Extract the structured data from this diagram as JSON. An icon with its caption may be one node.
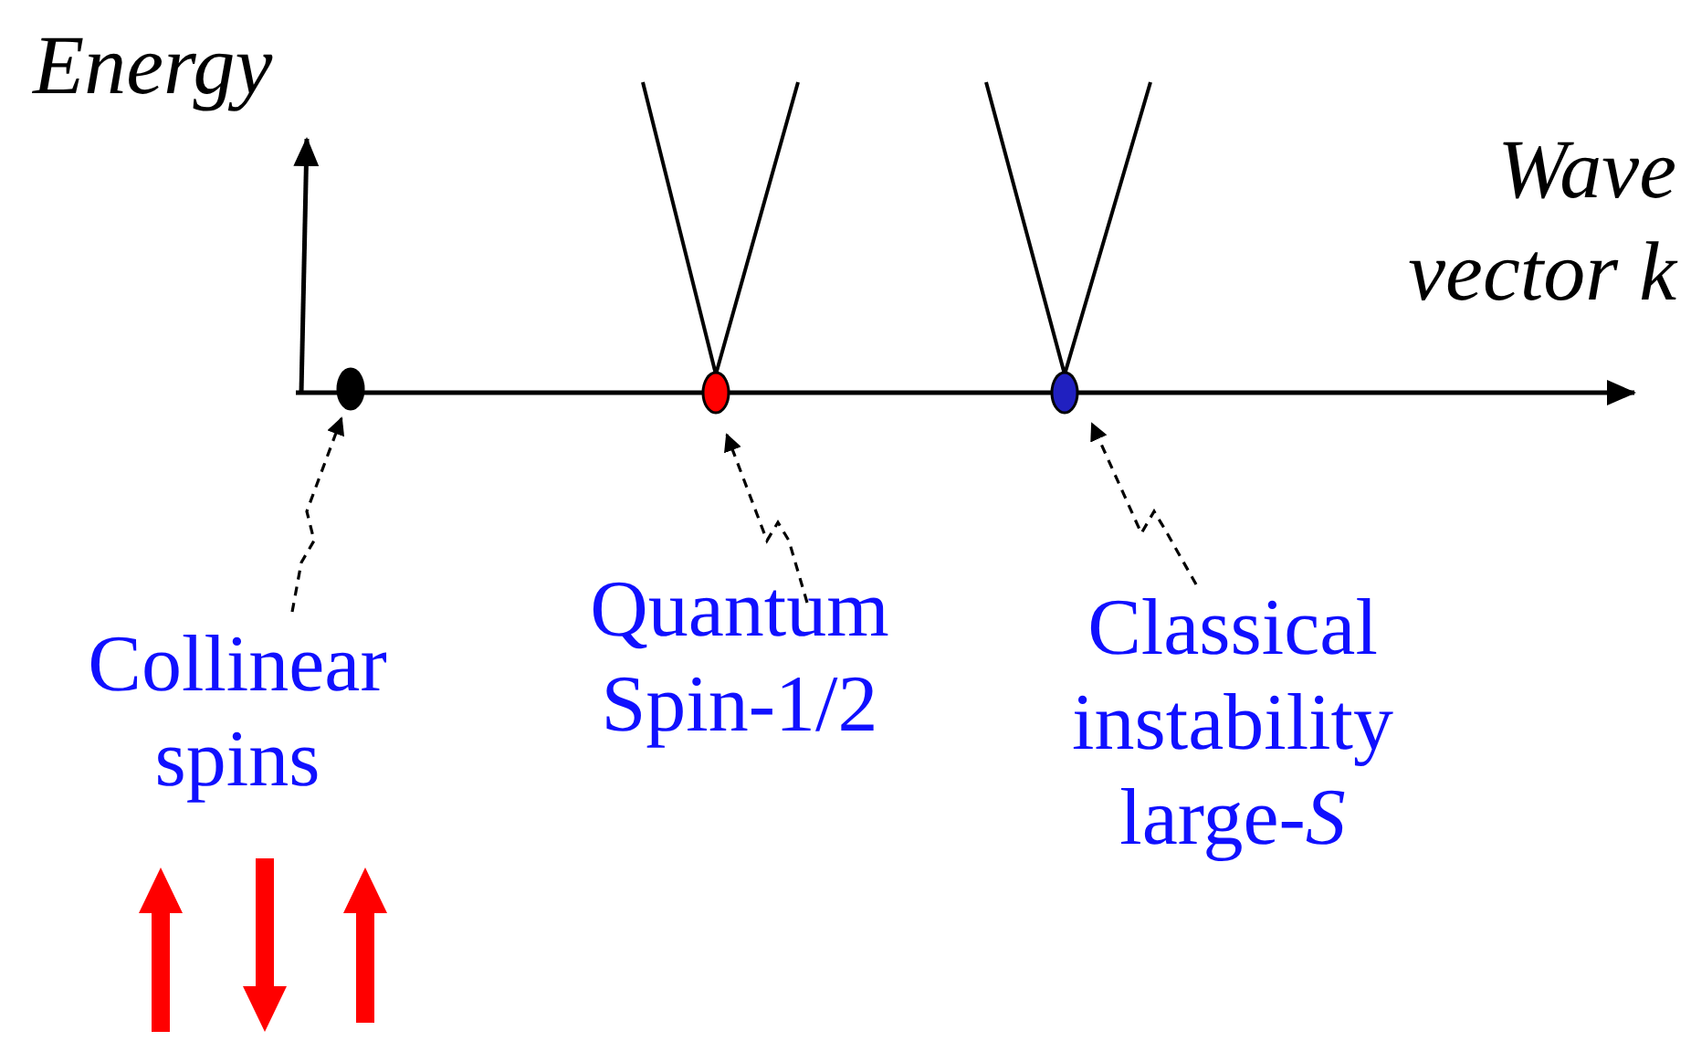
{
  "diagram": {
    "nodes": [
      {
        "text": [],
        "shape": "circle"
      },
      {
        "text": [],
        "shape": "circle"
      },
      {
        "text": [],
        "shape": "circle"
      },
      {
        "text": [
          "Collinear spins"
        ]
      },
      {
        "text": [
          "Quantum Spin-1/2"
        ]
      },
      {
        "text": [
          "Classical instability large-*S*"
        ]
      }
    ],
    "edges": [
      {
        "from": 3,
        "to": 0,
        "arrow": "to",
        "style": "dashed"
      },
      {
        "from": 4,
        "to": 1,
        "arrow": "to",
        "style": "dashed"
      },
      {
        "from": 5,
        "to": 2,
        "arrow": "to",
        "style": "dashed"
      }
    ],
    "labels": [
      "Energy",
      "Wave vector k"
    ]
  }
}
